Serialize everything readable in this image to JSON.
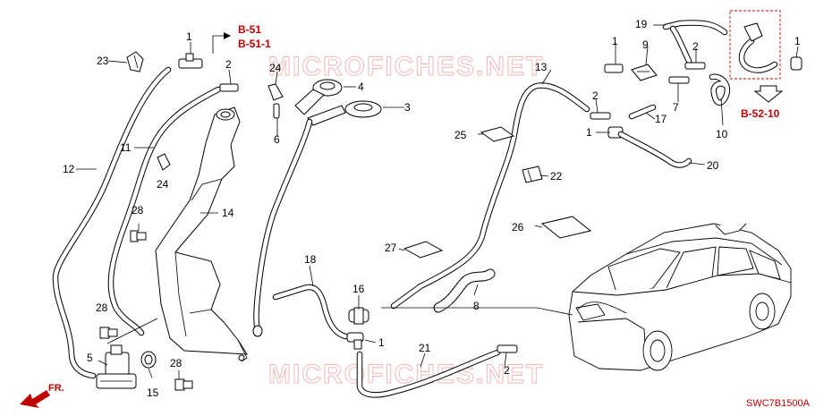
{
  "watermark": "MICROFICHES.NET",
  "diagram_code": "SWC7B1500A",
  "direction_label": "FR.",
  "refs": [
    "B-51",
    "B-51-1",
    "B-52-10"
  ],
  "callouts": {
    "c1a": "1",
    "c1b": "1",
    "c1c": "1",
    "c1d": "1",
    "c1e": "1",
    "c2a": "2",
    "c2b": "2",
    "c2c": "2",
    "c2d": "2",
    "c3": "3",
    "c4": "4",
    "c5": "5",
    "c6": "6",
    "c7": "7",
    "c8": "8",
    "c9": "9",
    "c10": "10",
    "c11": "11",
    "c12": "12",
    "c13": "13",
    "c14": "14",
    "c15": "15",
    "c16": "16",
    "c17": "17",
    "c18": "18",
    "c19": "19",
    "c20": "20",
    "c21": "21",
    "c22": "22",
    "c23": "23",
    "c24a": "24",
    "c24b": "24",
    "c25": "25",
    "c26": "26",
    "c27": "27",
    "c28a": "28",
    "c28b": "28",
    "c28c": "28"
  }
}
